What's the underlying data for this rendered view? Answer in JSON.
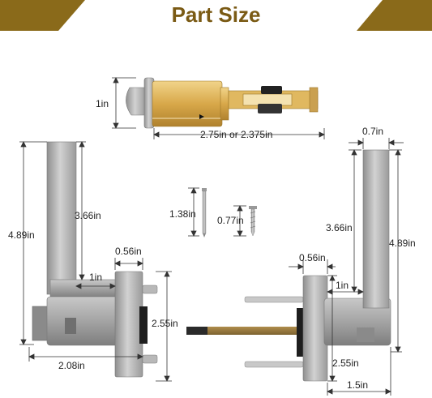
{
  "header": {
    "title": "Part Size",
    "accent_color": "#8a6a1a"
  },
  "dimensions": {
    "deadlatch_height": "1in",
    "deadlatch_backset": "2.75in or 2.375in",
    "left_lever_total_height": "4.89in",
    "left_lever_handle_height": "3.66in",
    "left_lever_thickness": "0.56in",
    "left_lever_handle_width": "1in",
    "left_lever_rose_height": "2.55in",
    "left_lever_projection": "2.08in",
    "screw_long": "1.38in",
    "screw_short": "0.77in",
    "right_lever_width": "0.7in",
    "right_lever_total_height": "4.89in",
    "right_lever_handle_height": "3.66in",
    "right_lever_thickness": "0.56in",
    "right_lever_handle_width": "1in",
    "right_lever_rose_height": "2.55in",
    "right_lever_projection": "1.5in"
  }
}
